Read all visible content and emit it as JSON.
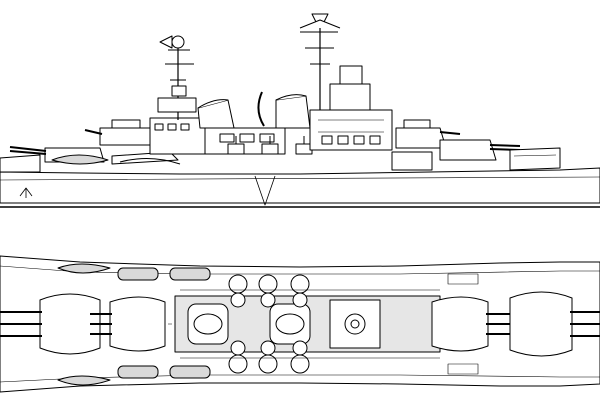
{
  "drawing": {
    "subject": "battleship",
    "views": [
      {
        "id": "side-elevation"
      },
      {
        "id": "plan-view"
      }
    ],
    "colors": {
      "line": "#000000",
      "fill": "#ffffff",
      "deck": "#e6e6e6",
      "boat": "#d9d9d9"
    }
  }
}
